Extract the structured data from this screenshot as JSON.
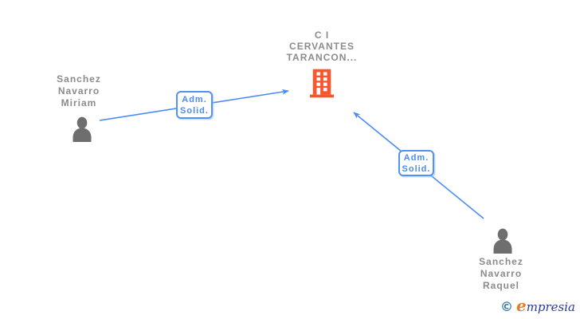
{
  "diagram": {
    "company": {
      "name_line1": "C I",
      "name_line2": "CERVANTES",
      "name_line3": "TARANCON..."
    },
    "person_left": {
      "name_line1": "Sanchez",
      "name_line2": "Navarro",
      "name_line3": "Miriam"
    },
    "person_right": {
      "name_line1": "Sanchez",
      "name_line2": "Navarro",
      "name_line3": "Raquel"
    },
    "edge_left": {
      "label_line1": "Adm.",
      "label_line2": "Solid."
    },
    "edge_right": {
      "label_line1": "Adm.",
      "label_line2": "Solid."
    },
    "colors": {
      "edge_blue": "#4a8cf7",
      "edge_label_border": "#5391f5",
      "building_orange": "#fa552d",
      "name_gray": "#8b8b8b",
      "person_gray": "#6e6e6e",
      "watermark_copyright_blue": "#3a7ca8",
      "watermark_e_orange": "#ee7d1e",
      "watermark_text_navy": "#2a3b8f"
    }
  },
  "watermark": {
    "copyright_symbol": "©",
    "brand_initial": "e",
    "brand_rest": "mpresia"
  }
}
